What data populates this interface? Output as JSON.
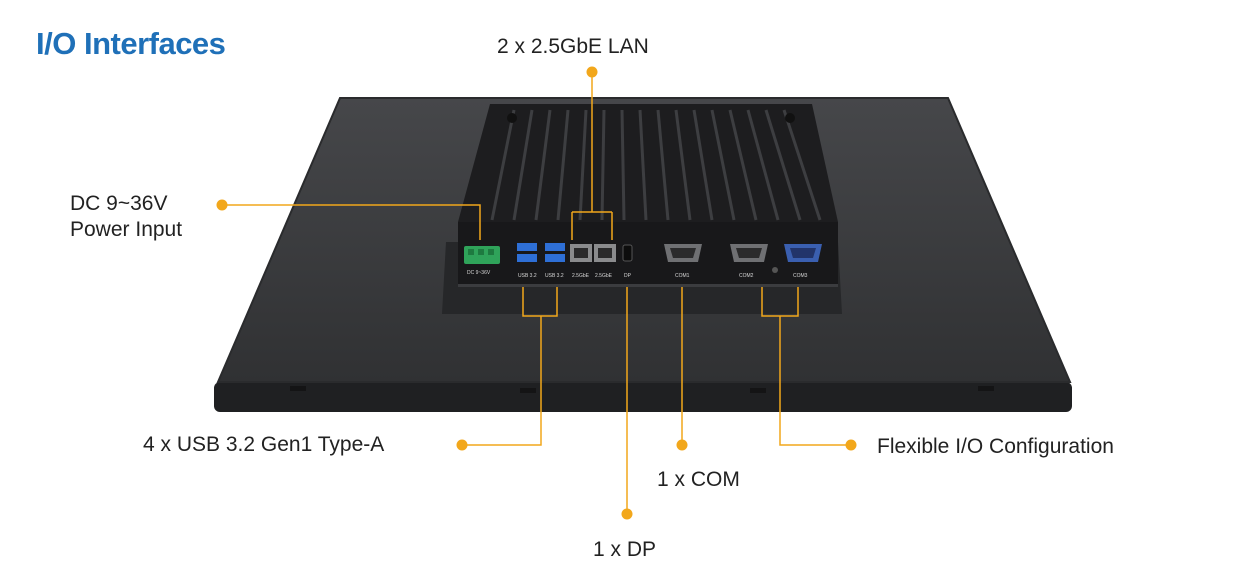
{
  "title": "I/O Interfaces",
  "colors": {
    "title": "#1f70b8",
    "callout": "#f2a71b",
    "panel": "#3b3c3e",
    "terminal": "#2fa35a",
    "usb": "#2e6fd6",
    "com3": "#3a5fb0"
  },
  "callouts": {
    "lan": "2 x 2.5GbE LAN",
    "dc_line1": "DC 9~36V",
    "dc_line2": "Power Input",
    "usb": "4 x USB 3.2 Gen1 Type-A",
    "com": "1 x COM",
    "dp": "1 x DP",
    "flex": "Flexible I/O Configuration"
  },
  "port_labels": {
    "power": "DC 9~36V",
    "usb_a": "USB 3.2",
    "usb_b": "USB 3.2",
    "lan_a": "2.5GbE",
    "lan_b": "2.5GbE",
    "dp": "DP",
    "com1": "COM1",
    "com2": "COM2",
    "com3": "COM3"
  }
}
